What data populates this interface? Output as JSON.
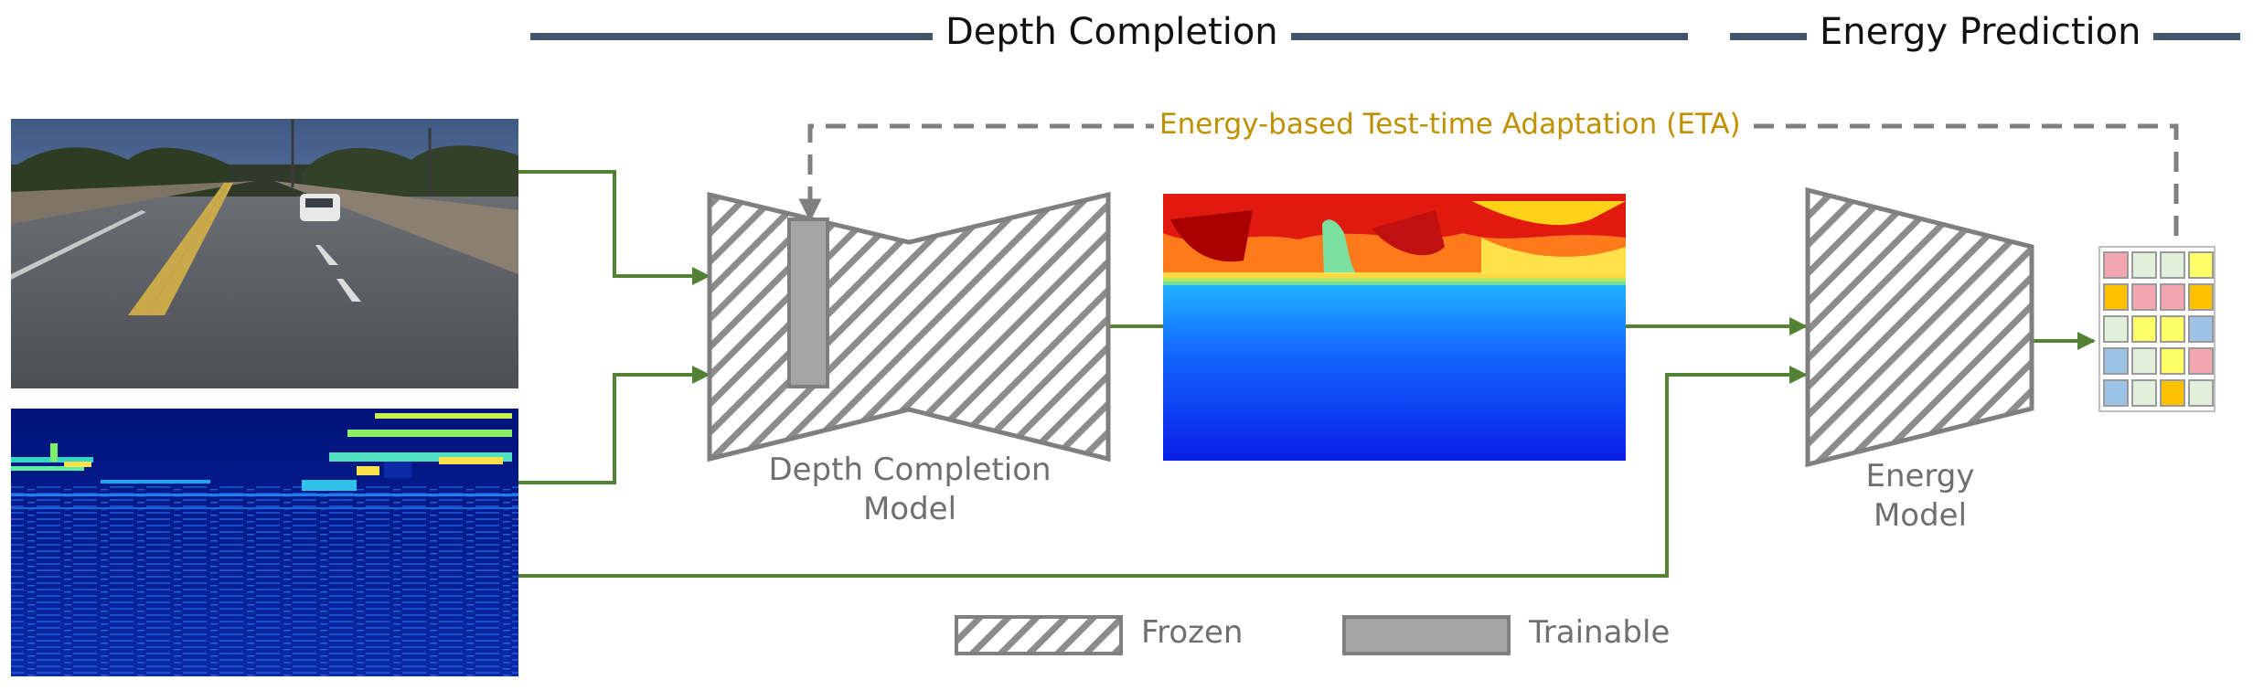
{
  "headers": {
    "depth_completion": "Depth Completion",
    "energy_prediction": "Energy Prediction"
  },
  "eta_label": "Energy-based Test-time Adaptation (ETA)",
  "models": {
    "depth_line1": "Depth Completion",
    "depth_line2": "Model",
    "energy_line1": "Energy",
    "energy_line2": "Model"
  },
  "legend": {
    "frozen": "Frozen",
    "trainable": "Trainable"
  },
  "colors": {
    "arrow_green": "#548235",
    "eta_gold": "#bf9000",
    "header_rule": "#44546a",
    "model_outline": "#7f7f7f",
    "trainable_fill": "#a5a5a5",
    "grid_pink": "#f4a6b0",
    "grid_light_green": "#e2efda",
    "grid_yellow": "#ffff66",
    "grid_orange": "#ffc000",
    "grid_blue": "#9dc3e6"
  },
  "output_grid": [
    [
      "pink",
      "light_green",
      "light_green",
      "yellow"
    ],
    [
      "orange",
      "pink",
      "pink",
      "orange"
    ],
    [
      "light_green",
      "yellow",
      "yellow",
      "blue"
    ],
    [
      "blue",
      "light_green",
      "yellow",
      "pink"
    ],
    [
      "blue",
      "light_green",
      "orange",
      "light_green"
    ]
  ]
}
